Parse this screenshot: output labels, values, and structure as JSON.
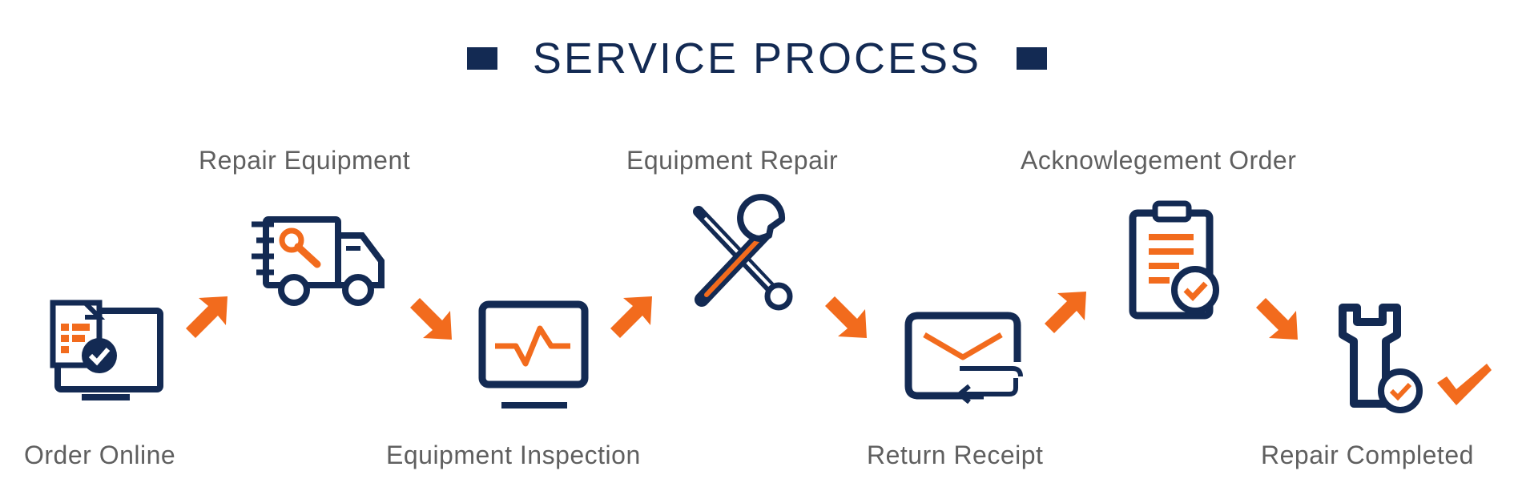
{
  "header": {
    "title": "SERVICE PROCESS"
  },
  "colors": {
    "navy": "#132a53",
    "orange": "#f26b1d",
    "label_gray": "#5f5f5f"
  },
  "steps": [
    {
      "label": "Order Online",
      "icon": "computer-order-icon"
    },
    {
      "label": "Repair Equipment",
      "icon": "delivery-truck-icon"
    },
    {
      "label": "Equipment Inspection",
      "icon": "monitor-pulse-icon"
    },
    {
      "label": "Equipment Repair",
      "icon": "wrench-screwdriver-icon"
    },
    {
      "label": "Return Receipt",
      "icon": "envelope-return-icon"
    },
    {
      "label": "Acknowlegement Order",
      "icon": "clipboard-check-icon"
    },
    {
      "label": "Repair Completed",
      "icon": "wrench-check-icon"
    }
  ],
  "connectors": [
    "arrow-up-right-icon",
    "arrow-down-right-icon"
  ]
}
